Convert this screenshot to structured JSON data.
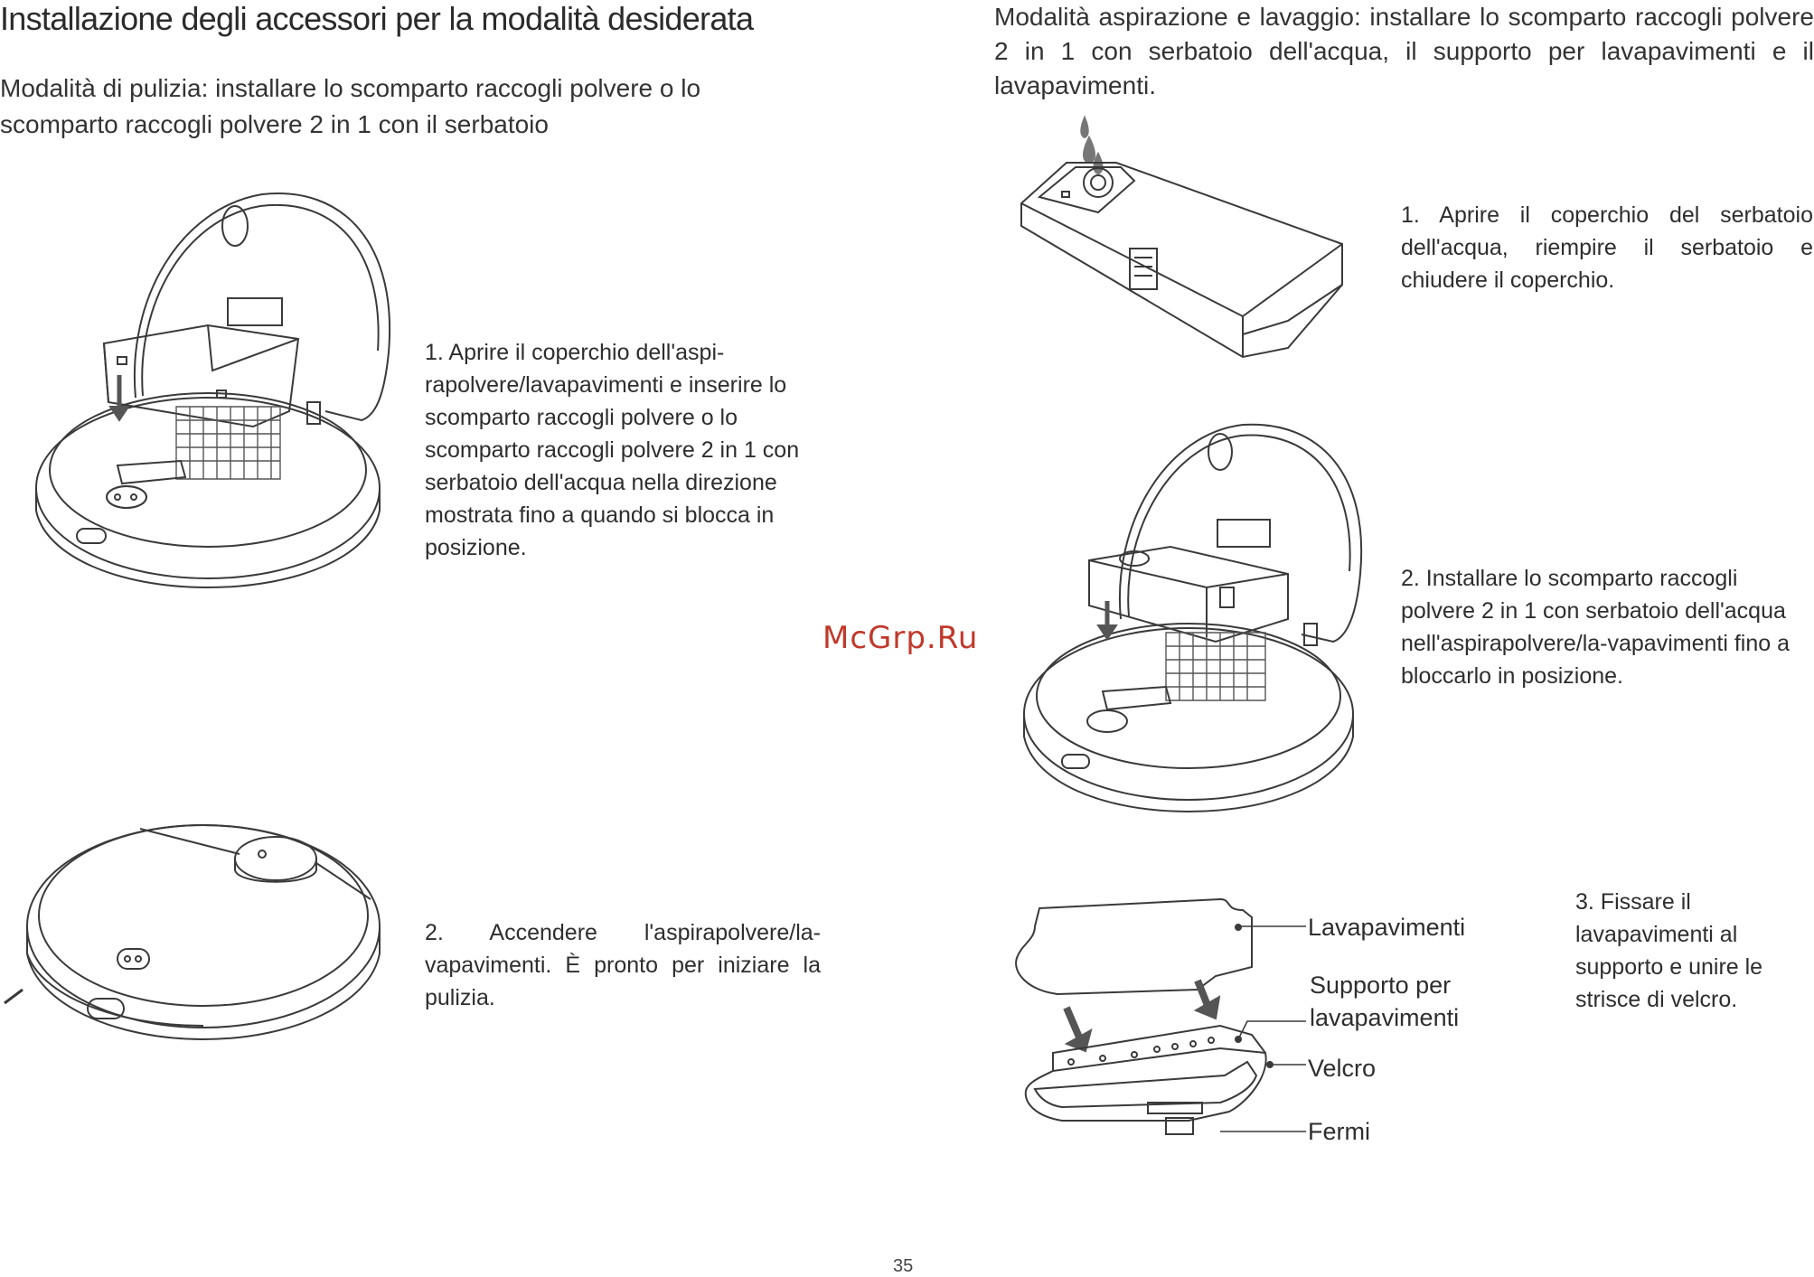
{
  "page": {
    "title": "Installazione degli accessori per la modalità desiderata",
    "page_number": "35",
    "watermark": "McGrp.Ru"
  },
  "left": {
    "intro": "Modalità di pulizia: installare lo scomparto raccogli polvere o lo scomparto raccogli polvere 2 in 1 con il serbatoio",
    "step1": "1. Aprire il coperchio dell'aspi-rapolvere/lavapavimenti e inserire lo scomparto raccogli polvere o lo scomparto raccogli polvere 2 in 1 con serbatoio dell'acqua nella direzione mostrata fino a quando si blocca in posizione.",
    "step2": "2. Accendere l'aspirapolvere/la-vapavimenti. È pronto per iniziare la pulizia."
  },
  "right": {
    "intro": "Modalità aspirazione e lavaggio: installare lo scomparto raccogli polvere 2 in 1 con serbatoio dell'acqua, il supporto per lavapavimenti e il lavapavimenti.",
    "step1": "1. Aprire il coperchio del serbatoio dell'acqua, riempire il serbatoio e chiudere il coperchio.",
    "step2": "2. Installare lo scomparto raccogli polvere 2 in 1 con serbatoio dell'acqua nell'aspirapolvere/la-vapavimenti fino a bloccarlo in posizione.",
    "step3": "3. Fissare il lavapavimenti al supporto e unire le strisce di velcro.",
    "callouts": {
      "mop": "Lavapavimenti",
      "mount": "Supporto per lavapavimenti",
      "velcro": "Velcro",
      "clips": "Fermi"
    }
  }
}
